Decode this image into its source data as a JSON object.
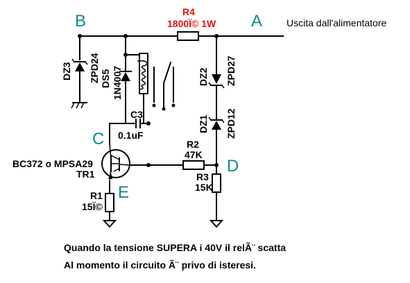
{
  "nodes": {
    "A": "A",
    "B": "B",
    "C": "C",
    "D": "D",
    "E": "E"
  },
  "output_label": "Uscita dall'alimentatore",
  "components": {
    "R4": {
      "ref": "R4",
      "value": "1800Ï© 1W"
    },
    "DZ3": {
      "ref": "DZ3",
      "part": "ZPD24"
    },
    "DS5": {
      "ref": "DS5",
      "part": "1N4007"
    },
    "DZ2": {
      "ref": "DZ2",
      "part": "ZPD27"
    },
    "DZ1": {
      "ref": "DZ1",
      "part": "ZPD12"
    },
    "C3": {
      "ref": "C3",
      "value": "0.1uF"
    },
    "R2": {
      "ref": "R2",
      "value": "47K"
    },
    "R3": {
      "ref": "R3",
      "value": "15K"
    },
    "R1": {
      "ref": "R1",
      "value": "15Ï©"
    },
    "TR1": {
      "ref": "TR1",
      "part": "BC372 o MPSA29"
    }
  },
  "notes": [
    "Quando la tensione SUPERA i 40V il relÃ¨ scatta",
    "Al momento il circuito Ã¨ privo di isteresi."
  ],
  "colors": {
    "node_label": "#0d8a86",
    "r4_label": "#e01010"
  }
}
